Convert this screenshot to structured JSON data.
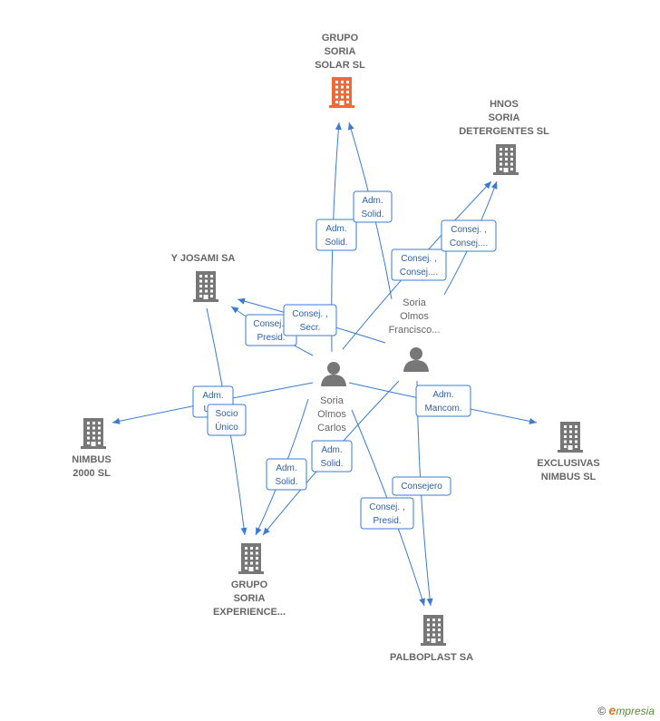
{
  "colors": {
    "edge": "#3a7bd5",
    "node_company": "#777777",
    "node_highlight": "#f26a33",
    "node_person": "#777777",
    "label": "#666666"
  },
  "nodes": [
    {
      "id": "grupo_soria_solar",
      "type": "company",
      "highlight": true,
      "lines": [
        "GRUPO",
        "SORIA",
        "SOLAR  SL"
      ],
      "icon": "building-icon"
    },
    {
      "id": "hnos_soria",
      "type": "company",
      "lines": [
        "HNOS",
        "SORIA",
        "DETERGENTES SL"
      ],
      "icon": "building-icon"
    },
    {
      "id": "y_josami",
      "type": "company",
      "lines": [
        "Y JOSAMI SA"
      ],
      "icon": "building-icon"
    },
    {
      "id": "nimbus_2000",
      "type": "company",
      "lines": [
        "NIMBUS",
        "2000 SL"
      ],
      "icon": "building-icon"
    },
    {
      "id": "exclusivas_nimbus",
      "type": "company",
      "lines": [
        "EXCLUSIVAS",
        "NIMBUS  SL"
      ],
      "icon": "building-icon"
    },
    {
      "id": "grupo_soria_exp",
      "type": "company",
      "lines": [
        "GRUPO",
        "SORIA",
        "EXPERIENCE..."
      ],
      "icon": "building-icon"
    },
    {
      "id": "palboplast",
      "type": "company",
      "lines": [
        "PALBOPLAST SA"
      ],
      "icon": "building-icon"
    },
    {
      "id": "soria_carlos",
      "type": "person",
      "lines": [
        "Soria",
        "Olmos",
        "Carlos"
      ],
      "icon": "person-icon"
    },
    {
      "id": "soria_francisco",
      "type": "person",
      "lines": [
        "Soria",
        "Olmos",
        "Francisco..."
      ],
      "icon": "person-icon"
    }
  ],
  "roles": [
    {
      "id": "r1",
      "lines": [
        "Adm.",
        "Solid."
      ]
    },
    {
      "id": "r2",
      "lines": [
        "Adm.",
        "Solid."
      ]
    },
    {
      "id": "r3",
      "lines": [
        "Consej. ,",
        "Consej...."
      ]
    },
    {
      "id": "r4",
      "lines": [
        "Consej. ,",
        "Consej...."
      ]
    },
    {
      "id": "r5",
      "lines": [
        "Consej. ,",
        "Presid."
      ]
    },
    {
      "id": "r6",
      "lines": [
        "Consej. ,",
        "Secr."
      ]
    },
    {
      "id": "r7",
      "lines": [
        "Adm.",
        "Un..."
      ]
    },
    {
      "id": "r8",
      "lines": [
        "Socio",
        "Único"
      ]
    },
    {
      "id": "r9",
      "lines": [
        "Adm.",
        "Mancom."
      ]
    },
    {
      "id": "r10",
      "lines": [
        "Adm.",
        "Solid."
      ]
    },
    {
      "id": "r11",
      "lines": [
        "Adm.",
        "Solid."
      ]
    },
    {
      "id": "r12",
      "lines": [
        "Consejero"
      ]
    },
    {
      "id": "r13",
      "lines": [
        "Consej. ,",
        "Presid."
      ]
    }
  ],
  "copyright": {
    "symbol": "©",
    "brand_initial": "e",
    "brand_rest": "mpresia"
  }
}
